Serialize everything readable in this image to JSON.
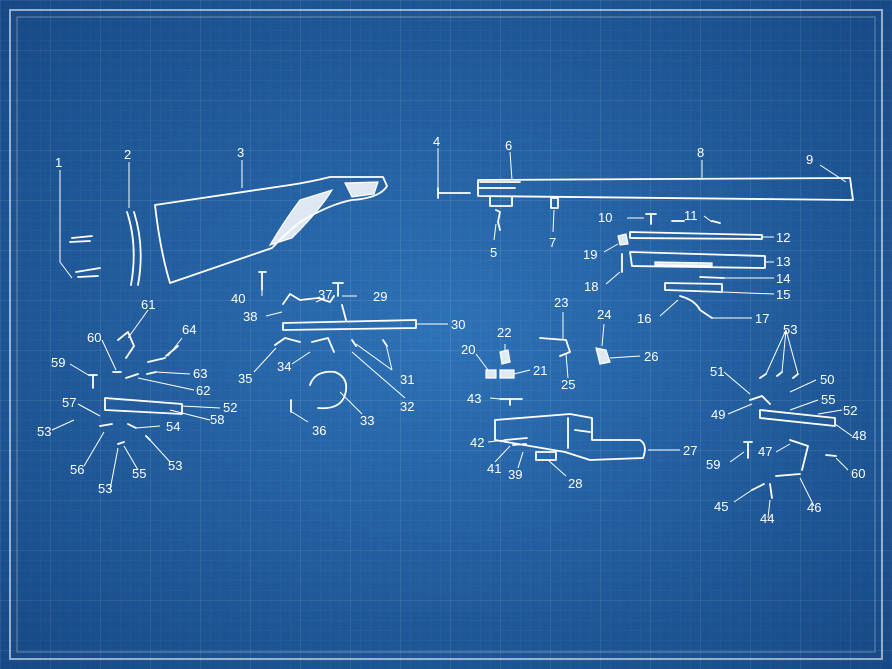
{
  "diagram": {
    "title": "",
    "callouts": [
      {
        "id": "c1",
        "text": "1"
      },
      {
        "id": "c2",
        "text": "2"
      },
      {
        "id": "c3",
        "text": "3"
      },
      {
        "id": "c4",
        "text": "4"
      },
      {
        "id": "c5",
        "text": "5"
      },
      {
        "id": "c6",
        "text": "6"
      },
      {
        "id": "c7",
        "text": "7"
      },
      {
        "id": "c8",
        "text": "8"
      },
      {
        "id": "c9",
        "text": "9"
      },
      {
        "id": "c10",
        "text": "10"
      },
      {
        "id": "c11",
        "text": "11"
      },
      {
        "id": "c12",
        "text": "12"
      },
      {
        "id": "c13",
        "text": "13"
      },
      {
        "id": "c14",
        "text": "14"
      },
      {
        "id": "c15",
        "text": "15"
      },
      {
        "id": "c16",
        "text": "16"
      },
      {
        "id": "c17",
        "text": "17"
      },
      {
        "id": "c18",
        "text": "18"
      },
      {
        "id": "c19",
        "text": "19"
      },
      {
        "id": "c20",
        "text": "20"
      },
      {
        "id": "c21",
        "text": "21"
      },
      {
        "id": "c22",
        "text": "22"
      },
      {
        "id": "c23",
        "text": "23"
      },
      {
        "id": "c24",
        "text": "24"
      },
      {
        "id": "c25",
        "text": "25"
      },
      {
        "id": "c26",
        "text": "26"
      },
      {
        "id": "c27",
        "text": "27"
      },
      {
        "id": "c28",
        "text": "28"
      },
      {
        "id": "c29",
        "text": "29"
      },
      {
        "id": "c30",
        "text": "30"
      },
      {
        "id": "c31",
        "text": "31"
      },
      {
        "id": "c32",
        "text": "32"
      },
      {
        "id": "c33",
        "text": "33"
      },
      {
        "id": "c34",
        "text": "34"
      },
      {
        "id": "c35",
        "text": "35"
      },
      {
        "id": "c36",
        "text": "36"
      },
      {
        "id": "c37",
        "text": "37"
      },
      {
        "id": "c38",
        "text": "38"
      },
      {
        "id": "c39",
        "text": "39"
      },
      {
        "id": "c40",
        "text": "40"
      },
      {
        "id": "c41",
        "text": "41"
      },
      {
        "id": "c42",
        "text": "42"
      },
      {
        "id": "c43",
        "text": "43"
      },
      {
        "id": "c44",
        "text": "44"
      },
      {
        "id": "c45",
        "text": "45"
      },
      {
        "id": "c46",
        "text": "46"
      },
      {
        "id": "c47",
        "text": "47"
      },
      {
        "id": "c48",
        "text": "48"
      },
      {
        "id": "c49",
        "text": "49"
      },
      {
        "id": "c50",
        "text": "50"
      },
      {
        "id": "c51",
        "text": "51"
      },
      {
        "id": "c52a",
        "text": "52"
      },
      {
        "id": "c52b",
        "text": "52"
      },
      {
        "id": "c53a",
        "text": "53"
      },
      {
        "id": "c53b",
        "text": "53"
      },
      {
        "id": "c53c",
        "text": "53"
      },
      {
        "id": "c53d",
        "text": "53"
      },
      {
        "id": "c54",
        "text": "54"
      },
      {
        "id": "c55a",
        "text": "55"
      },
      {
        "id": "c55b",
        "text": "55"
      },
      {
        "id": "c56",
        "text": "56"
      },
      {
        "id": "c57",
        "text": "57"
      },
      {
        "id": "c58",
        "text": "58"
      },
      {
        "id": "c59a",
        "text": "59"
      },
      {
        "id": "c59b",
        "text": "59"
      },
      {
        "id": "c60a",
        "text": "60"
      },
      {
        "id": "c60b",
        "text": "60"
      },
      {
        "id": "c61",
        "text": "61"
      },
      {
        "id": "c62",
        "text": "62"
      },
      {
        "id": "c63",
        "text": "63"
      },
      {
        "id": "c64",
        "text": "64"
      }
    ]
  }
}
